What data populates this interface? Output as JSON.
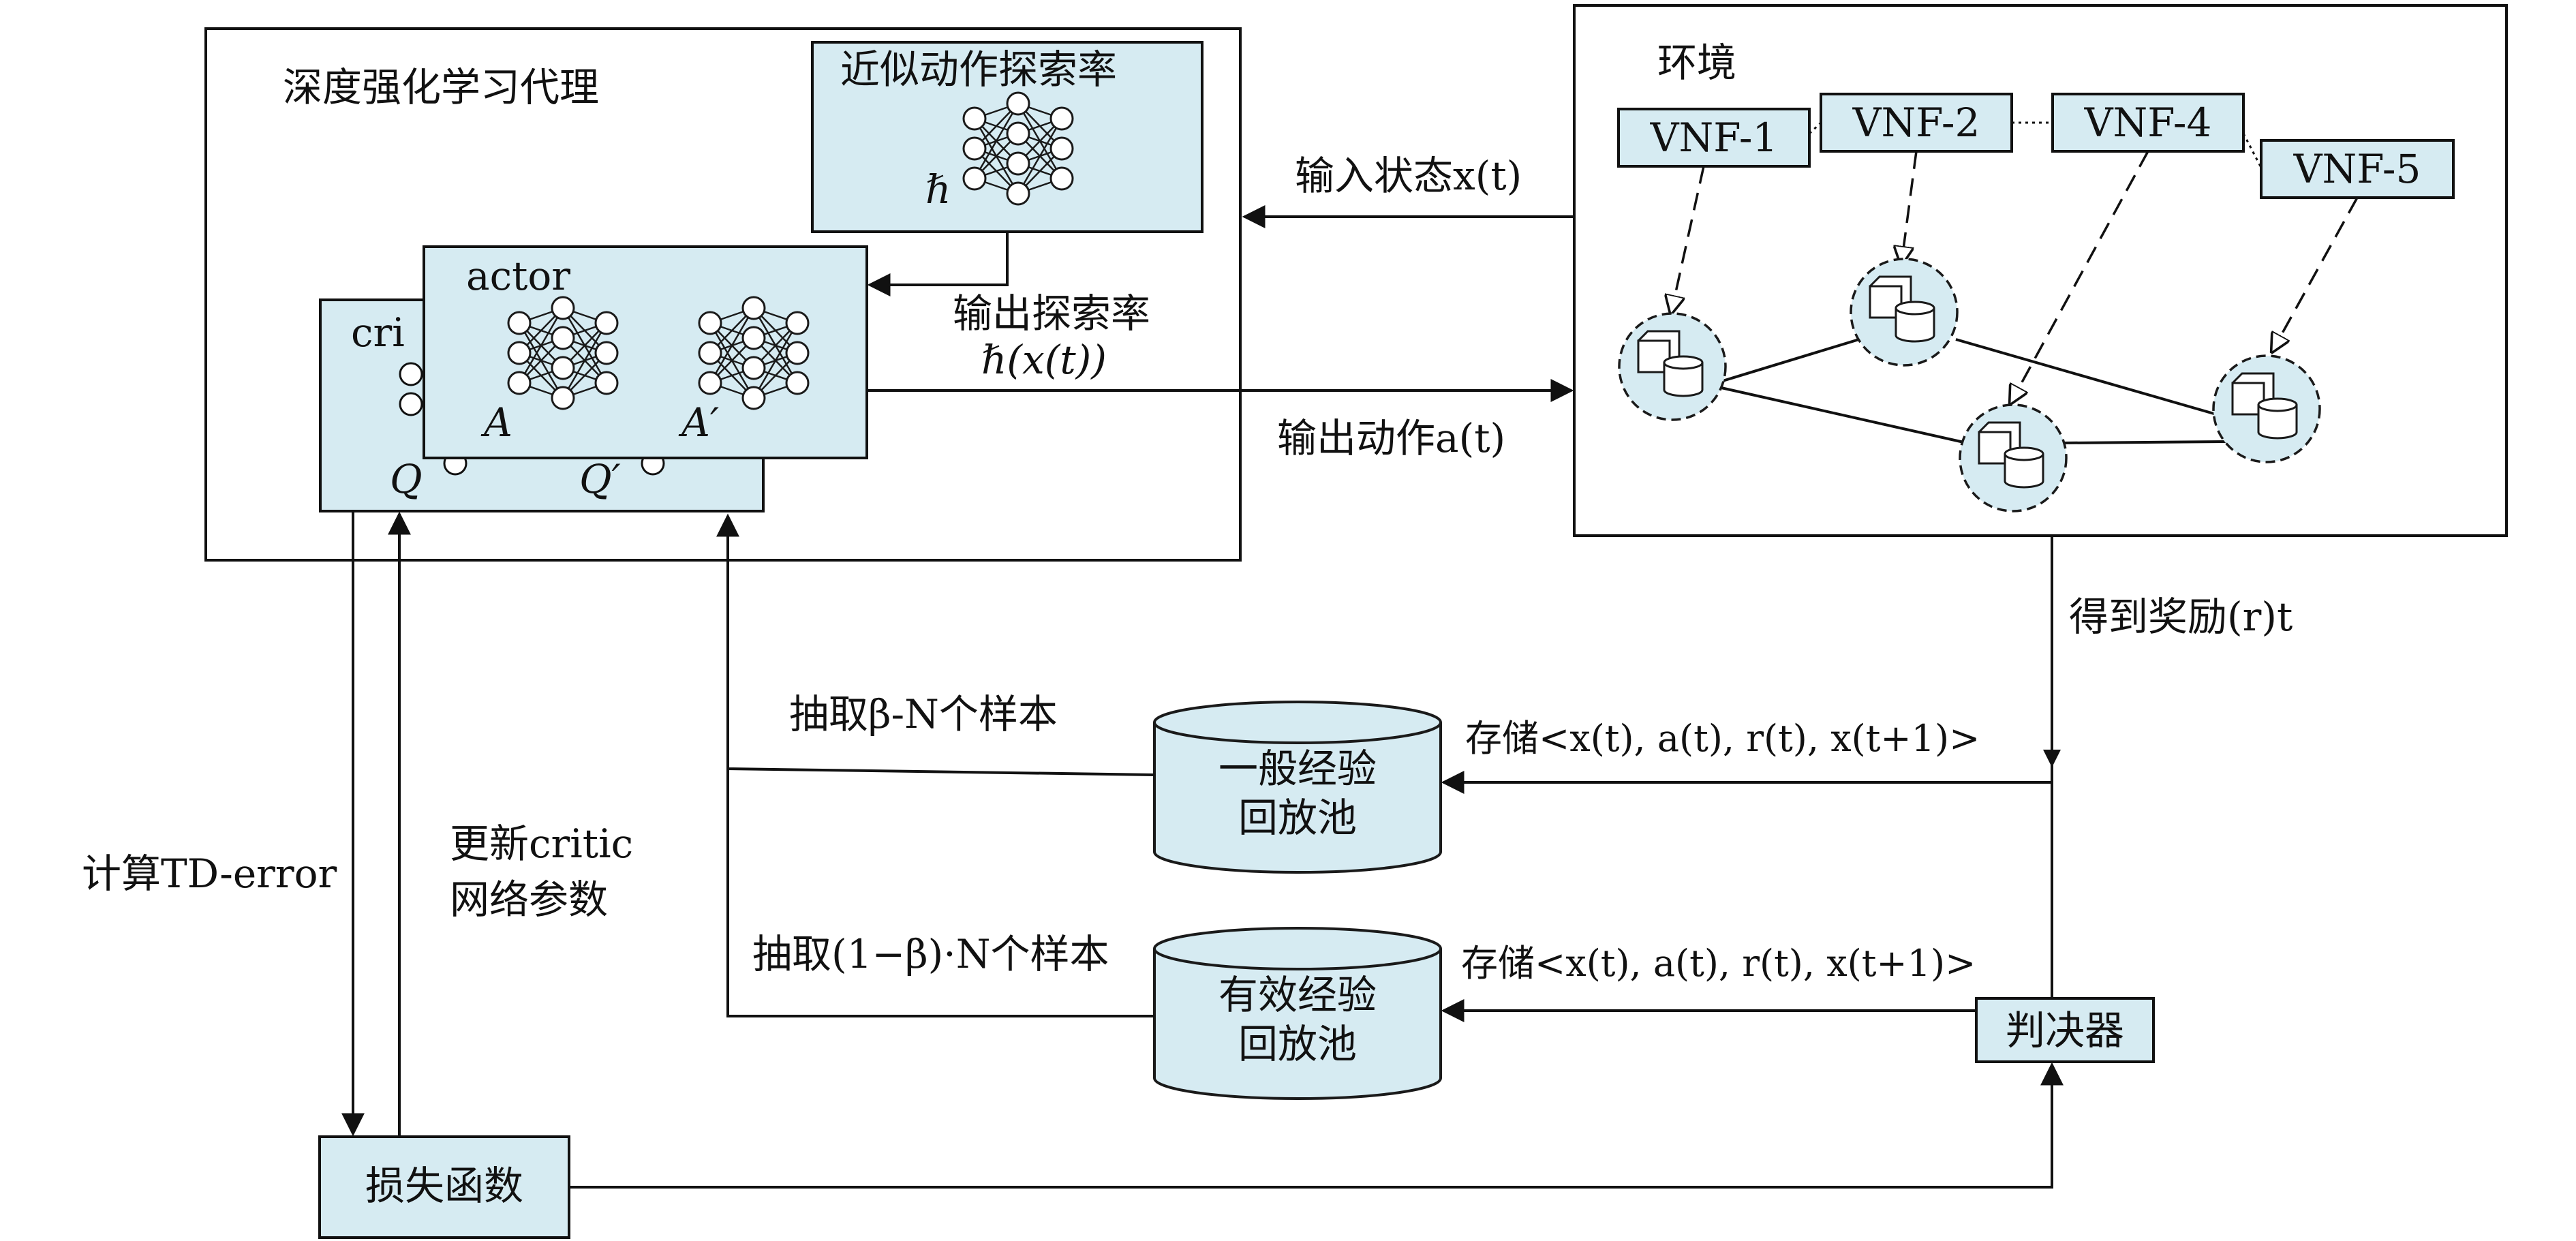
{
  "agent": {
    "title": "深度强化学习代理",
    "explore_box": "近似动作探索率",
    "hbar": "ℏ",
    "actor": "actor",
    "critic": "cri",
    "a_sym": "A",
    "a_prime_sym": "A′",
    "q_sym": "Q",
    "q_prime_sym": "Q′"
  },
  "env": {
    "title": "环境",
    "vnfs": [
      "VNF-1",
      "VNF-2",
      "VNF-4",
      "VNF-5"
    ]
  },
  "arrows": {
    "input_state": "输入状态x(t)",
    "output_explore": "输出探索率",
    "output_explore_fn": "ℏ(x(t))",
    "output_action": "输出动作a(t)",
    "reward": "得到奖励(r)t",
    "store": "存储<x(t), a(t), r(t), x(t+1)>",
    "sample_general": "抽取β-N个样本",
    "sample_effective": "抽取(1−β)·N个样本",
    "compute_td": "计算TD-error",
    "update_critic_1": "更新critic",
    "update_critic_2": "网络参数"
  },
  "pools": {
    "general_1": "一般经验",
    "general_2": "回放池",
    "effective_1": "有效经验",
    "effective_2": "回放池"
  },
  "judge": "判决器",
  "loss": "损失函数",
  "colors": {
    "fill": "#d6ebf2",
    "stroke": "#1a1a1a"
  }
}
